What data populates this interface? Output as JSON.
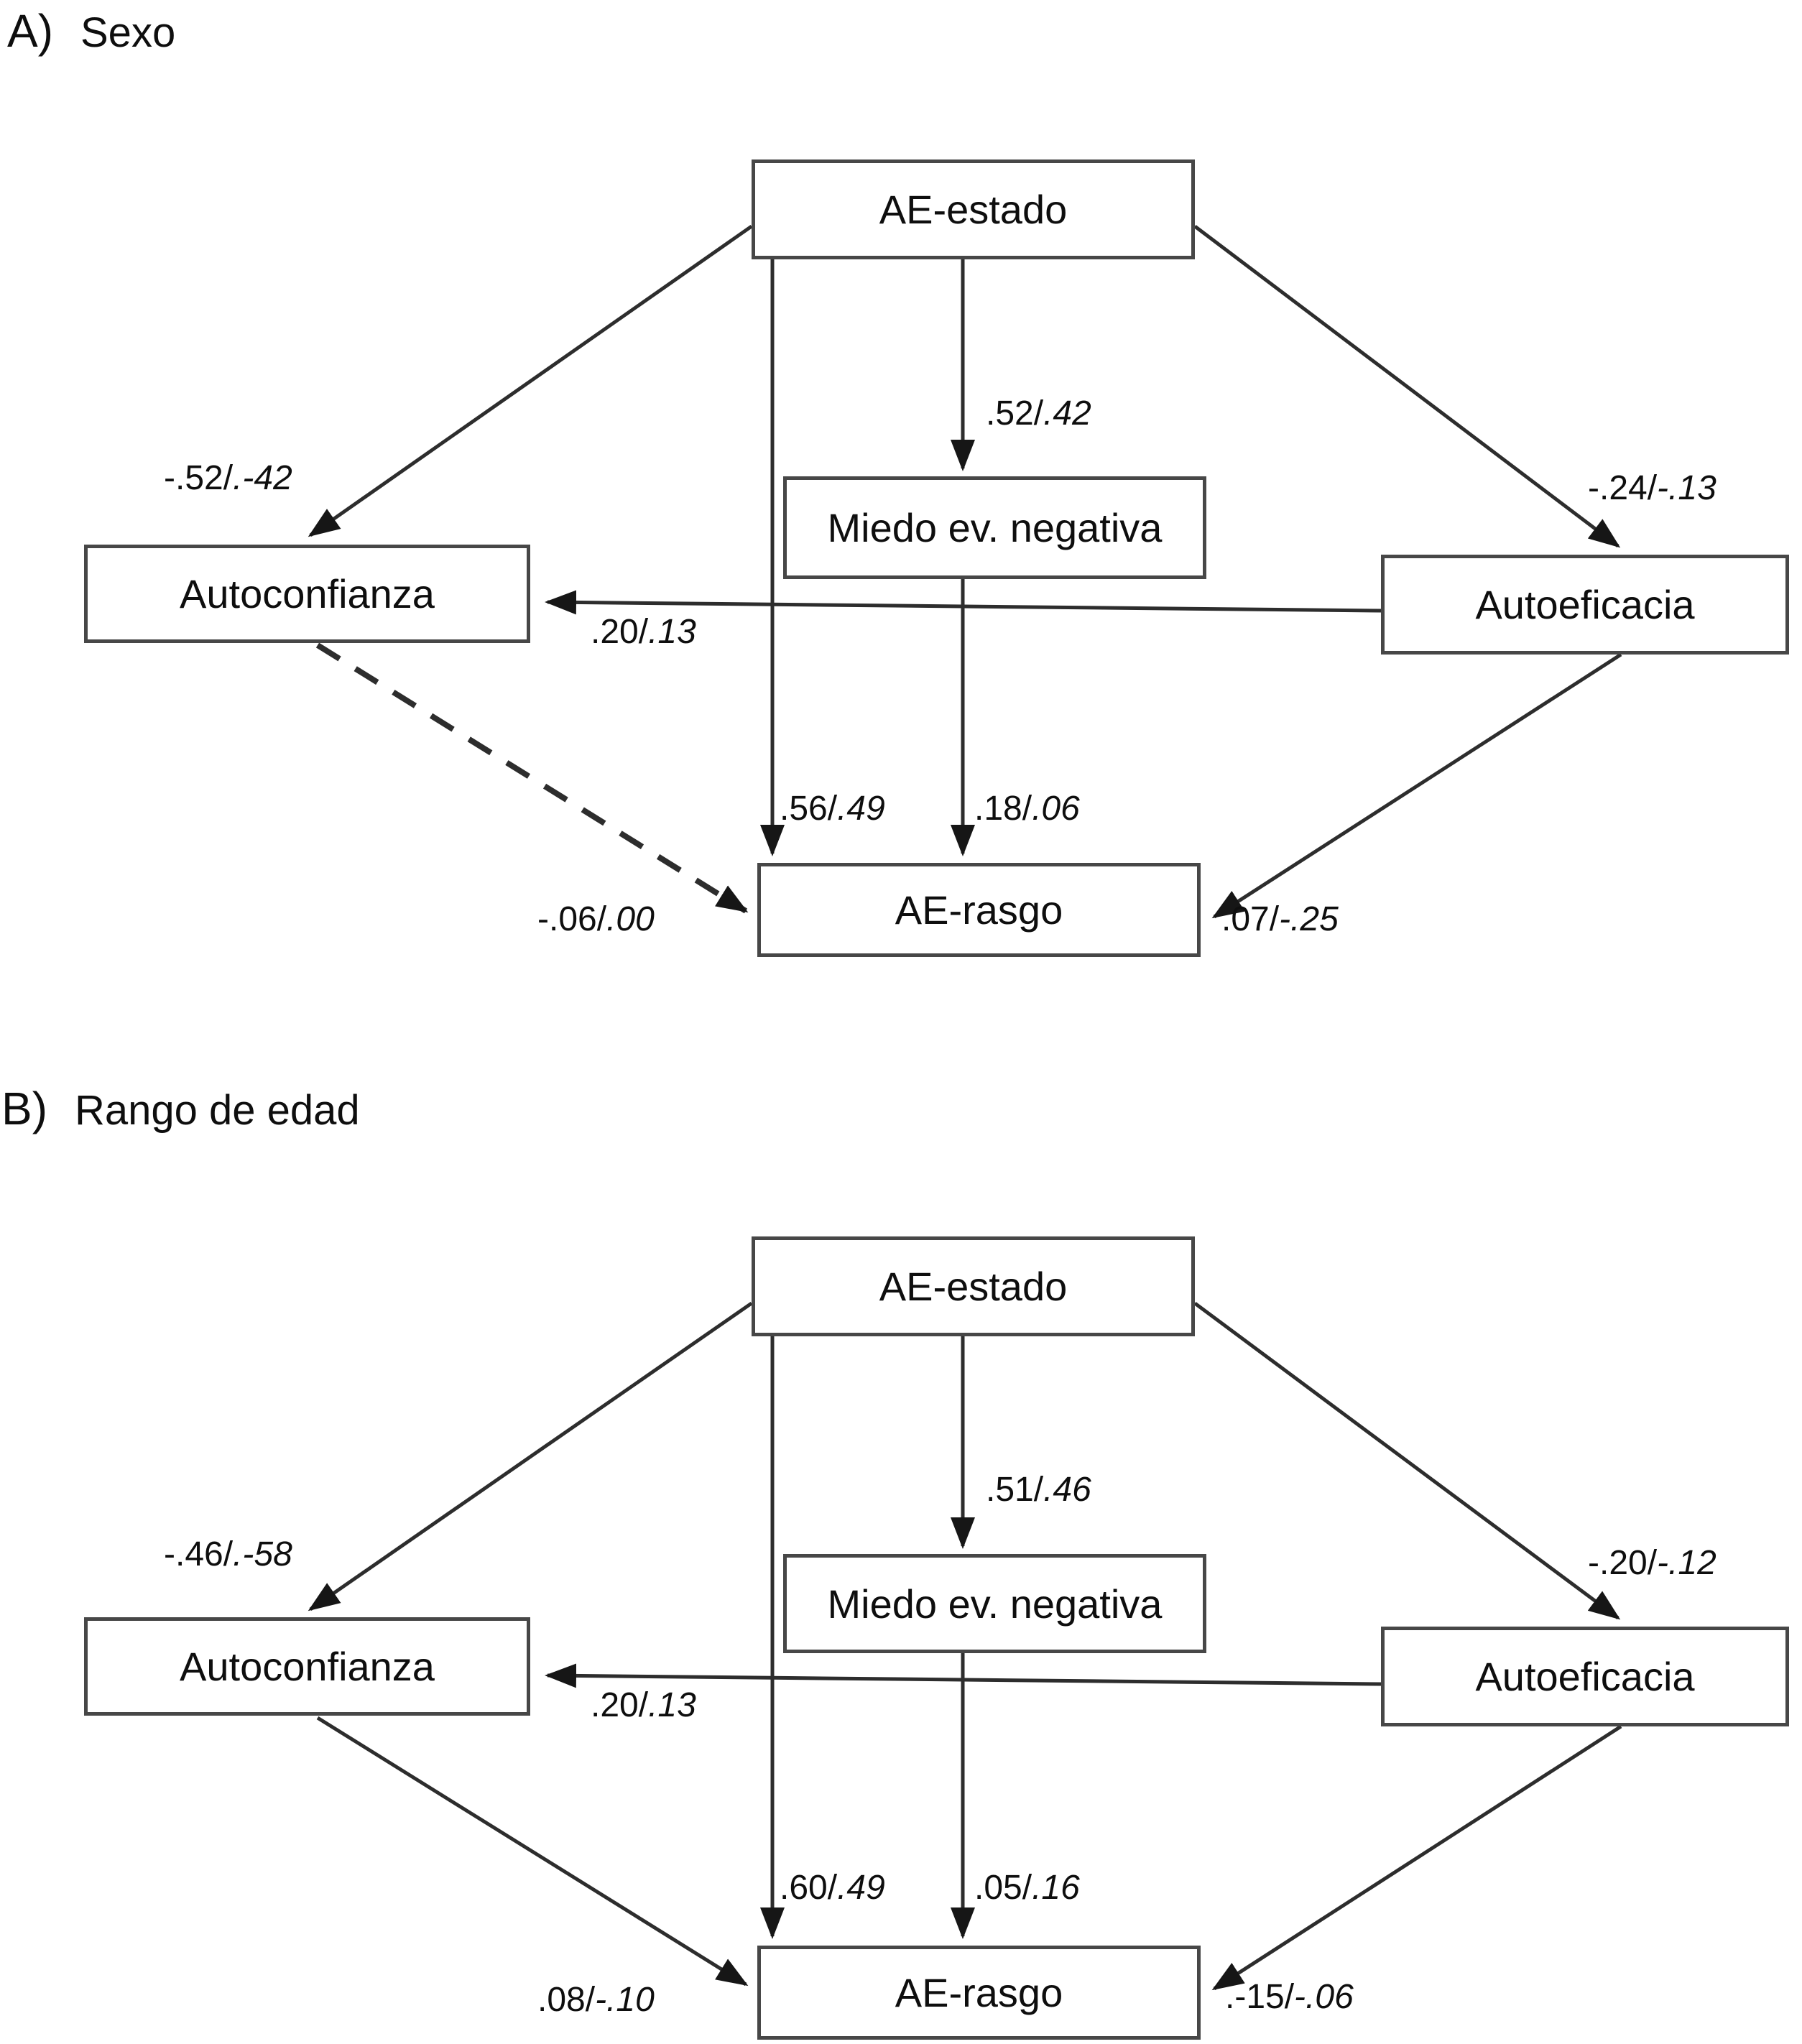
{
  "figure": {
    "type": "path-diagram",
    "description": "Two mediation path models comparing groups; coefficients shown as value1/value2 (second value italic)."
  },
  "panels": [
    {
      "id": "A",
      "title_letter": "A)",
      "title_text": "Sexo",
      "nodes": {
        "estado": "AE-estado",
        "miedo": "Miedo ev. negativa",
        "autoconfianza": "Autoconfianza",
        "autoeficacia": "Autoeficacia",
        "rasgo": "AE-rasgo"
      },
      "coefficients": {
        "estado_miedo": {
          "pre": ".52/",
          "post": ".42"
        },
        "estado_autoconfianza": {
          "pre": "-.52/",
          "post": ".-42"
        },
        "estado_autoeficacia": {
          "pre": "-.24/",
          "post": "-.13"
        },
        "autoeficacia_autoconfianza": {
          "pre": ".20/",
          "post": ".13"
        },
        "estado_rasgo": {
          "pre": ".56/",
          "post": ".49"
        },
        "miedo_rasgo": {
          "pre": ".18/",
          "post": ".06"
        },
        "autoconfianza_rasgo": {
          "pre": "-.06/",
          "post": ".00"
        },
        "autoeficacia_rasgo": {
          "pre": ".07/",
          "post": "-.25"
        }
      },
      "edges": [
        {
          "from": "AE-estado",
          "to": "Autoconfianza",
          "style": "solid"
        },
        {
          "from": "AE-estado",
          "to": "Autoeficacia",
          "style": "solid"
        },
        {
          "from": "AE-estado",
          "to": "Miedo ev. negativa",
          "style": "solid"
        },
        {
          "from": "AE-estado",
          "to": "AE-rasgo",
          "style": "solid"
        },
        {
          "from": "Miedo ev. negativa",
          "to": "AE-rasgo",
          "style": "solid"
        },
        {
          "from": "Autoeficacia",
          "to": "Autoconfianza",
          "style": "solid"
        },
        {
          "from": "Autoeficacia",
          "to": "AE-rasgo",
          "style": "solid"
        },
        {
          "from": "Autoconfianza",
          "to": "AE-rasgo",
          "style": "dashed"
        }
      ]
    },
    {
      "id": "B",
      "title_letter": "B)",
      "title_text": "Rango de edad",
      "nodes": {
        "estado": "AE-estado",
        "miedo": "Miedo ev. negativa",
        "autoconfianza": "Autoconfianza",
        "autoeficacia": "Autoeficacia",
        "rasgo": "AE-rasgo"
      },
      "coefficients": {
        "estado_miedo": {
          "pre": ".51/",
          "post": ".46"
        },
        "estado_autoconfianza": {
          "pre": "-.46/",
          "post": ".-58"
        },
        "estado_autoeficacia": {
          "pre": "-.20/",
          "post": "-.12"
        },
        "autoeficacia_autoconfianza": {
          "pre": ".20/",
          "post": ".13"
        },
        "estado_rasgo": {
          "pre": ".60/",
          "post": ".49"
        },
        "miedo_rasgo": {
          "pre": ".05/",
          "post": ".16"
        },
        "autoconfianza_rasgo": {
          "pre": ".08/",
          "post": "-.10"
        },
        "autoeficacia_rasgo": {
          "pre": ".-15/",
          "post": "-.06"
        }
      },
      "edges": [
        {
          "from": "AE-estado",
          "to": "Autoconfianza",
          "style": "solid"
        },
        {
          "from": "AE-estado",
          "to": "Autoeficacia",
          "style": "solid"
        },
        {
          "from": "AE-estado",
          "to": "Miedo ev. negativa",
          "style": "solid"
        },
        {
          "from": "AE-estado",
          "to": "AE-rasgo",
          "style": "solid"
        },
        {
          "from": "Miedo ev. negativa",
          "to": "AE-rasgo",
          "style": "solid"
        },
        {
          "from": "Autoeficacia",
          "to": "Autoconfianza",
          "style": "solid"
        },
        {
          "from": "Autoeficacia",
          "to": "AE-rasgo",
          "style": "solid"
        },
        {
          "from": "Autoconfianza",
          "to": "AE-rasgo",
          "style": "solid"
        }
      ]
    }
  ],
  "colors": {
    "background": "#ffffff",
    "line": "#2d2d2d",
    "box_border": "#474747",
    "text": "#0e0e0e"
  }
}
